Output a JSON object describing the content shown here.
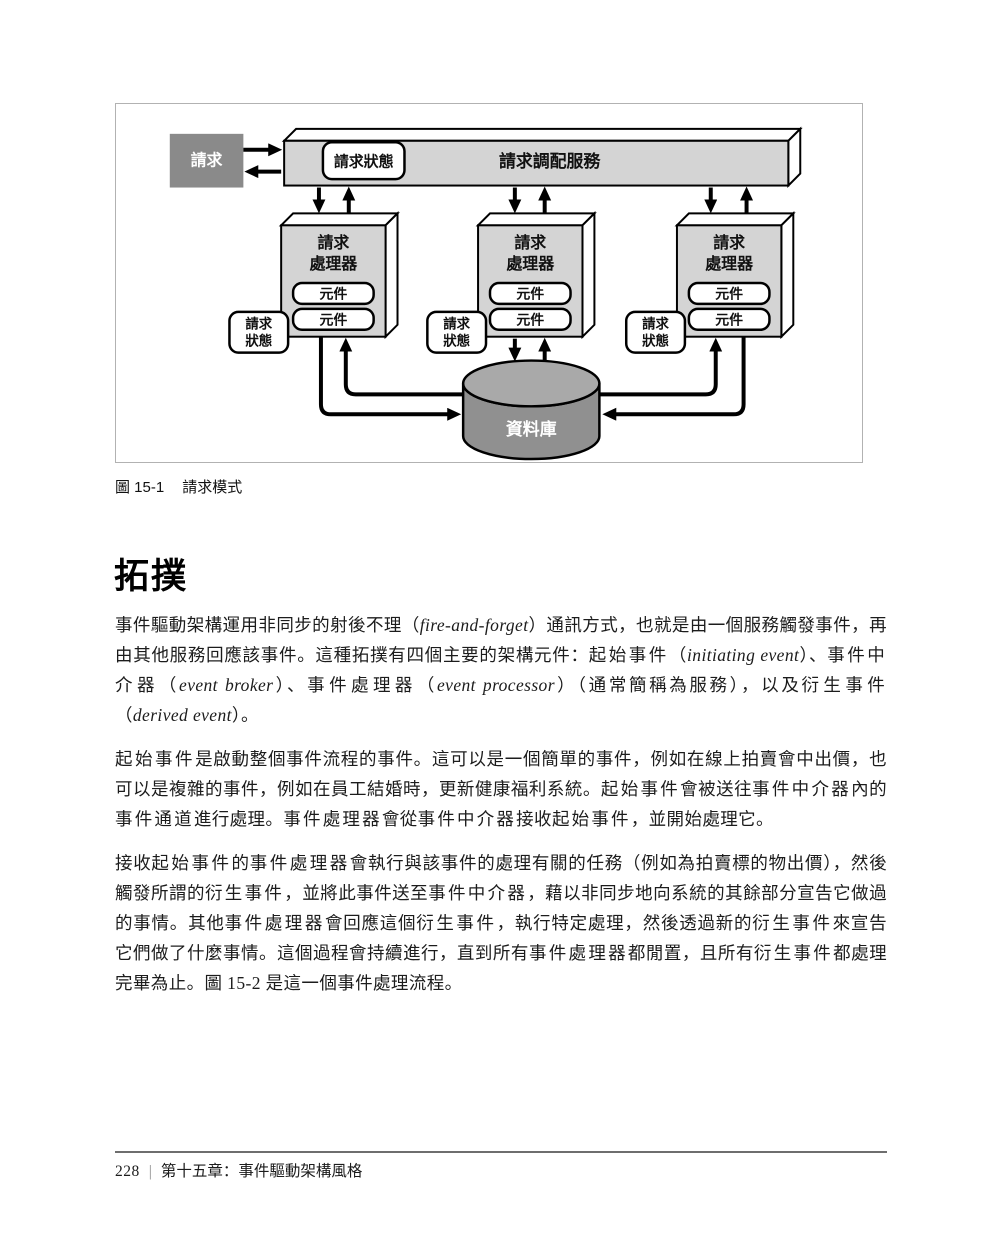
{
  "figure": {
    "caption": {
      "label": "圖 15-1",
      "title": "請求模式"
    },
    "diagram": {
      "labels": {
        "request": "請求",
        "request_state": "請求狀態",
        "orchestrator": "請求調配服務",
        "processor_line1": "請求",
        "processor_line2": "處理器",
        "component": "元件",
        "state_line1": "請求",
        "state_line2": "狀態",
        "database": "資料庫"
      },
      "colors": {
        "request_box_fill": "#8a8a8a",
        "bar_fill": "#d4d4d4",
        "processor_fill": "#d4d4d4",
        "cylinder_body": "#909090",
        "cylinder_top": "#a9a9a9",
        "outline": "#000000",
        "frame_border": "#b2b2b2"
      }
    }
  },
  "section": {
    "heading": "拓撲",
    "paragraphs": [
      {
        "runs": [
          {
            "style": "normal",
            "text": "事件驅動架構運用非同步的射後不理（"
          },
          {
            "style": "en-italic",
            "text": "fire-and-forget"
          },
          {
            "style": "normal",
            "text": "）通訊方式，也就是由一個服務觸發事件，再由其他服務回應該事件。這種拓撲有四個主要的架構元件："
          },
          {
            "style": "term",
            "text": "起始事件"
          },
          {
            "style": "normal",
            "text": "（"
          },
          {
            "style": "en-italic",
            "text": "initiating event"
          },
          {
            "style": "normal",
            "text": "）、"
          },
          {
            "style": "term",
            "text": "事件中介器"
          },
          {
            "style": "normal",
            "text": "（"
          },
          {
            "style": "en-italic",
            "text": "event broker"
          },
          {
            "style": "normal",
            "text": "）、"
          },
          {
            "style": "term",
            "text": "事件處理器"
          },
          {
            "style": "normal",
            "text": "（"
          },
          {
            "style": "en-italic",
            "text": "event processor"
          },
          {
            "style": "normal",
            "text": "）（通常簡稱為服務），以及"
          },
          {
            "style": "term",
            "text": "衍生事件"
          },
          {
            "style": "normal",
            "text": "（"
          },
          {
            "style": "en-italic",
            "text": "derived event"
          },
          {
            "style": "normal",
            "text": "）。"
          }
        ]
      },
      {
        "runs": [
          {
            "style": "term",
            "text": "起始事件"
          },
          {
            "style": "normal",
            "text": "是啟動整個事件流程的事件。這可以是一個簡單的事件，例如在線上拍賣會中出價，也可以是複雜的事件，例如在員工結婚時，更新健康福利系統。"
          },
          {
            "style": "term",
            "text": "起始事件"
          },
          {
            "style": "normal",
            "text": "會被送往"
          },
          {
            "style": "term",
            "text": "事件中介器"
          },
          {
            "style": "normal",
            "text": "內的"
          },
          {
            "style": "term",
            "text": "事件通道"
          },
          {
            "style": "normal",
            "text": "進行處理。"
          },
          {
            "style": "term",
            "text": "事件處理器"
          },
          {
            "style": "normal",
            "text": "會從"
          },
          {
            "style": "term",
            "text": "事件中介器"
          },
          {
            "style": "normal",
            "text": "接收"
          },
          {
            "style": "term",
            "text": "起始事件"
          },
          {
            "style": "normal",
            "text": "，並開始處理它。"
          }
        ]
      },
      {
        "runs": [
          {
            "style": "normal",
            "text": "接收"
          },
          {
            "style": "term",
            "text": "起始事件"
          },
          {
            "style": "normal",
            "text": "的"
          },
          {
            "style": "term",
            "text": "事件處理器"
          },
          {
            "style": "normal",
            "text": "會執行與該事件的處理有關的任務（例如為拍賣標的物出價），然後觸發所謂的"
          },
          {
            "style": "term",
            "text": "衍生事件"
          },
          {
            "style": "normal",
            "text": "，並將此事件送至"
          },
          {
            "style": "term",
            "text": "事件中介器"
          },
          {
            "style": "normal",
            "text": "，藉以非同步地向系統的其餘部分宣告它做過的事情。其他"
          },
          {
            "style": "term",
            "text": "事件處理器"
          },
          {
            "style": "normal",
            "text": "會回應這個"
          },
          {
            "style": "term",
            "text": "衍生事件"
          },
          {
            "style": "normal",
            "text": "，執行特定處理，然後透過新的"
          },
          {
            "style": "term",
            "text": "衍生事件"
          },
          {
            "style": "normal",
            "text": "來宣告它們做了什麼事情。這個過程會持續進行，直到所有"
          },
          {
            "style": "term",
            "text": "事件處理器"
          },
          {
            "style": "normal",
            "text": "都閒置，且所有"
          },
          {
            "style": "term",
            "text": "衍生事件"
          },
          {
            "style": "normal",
            "text": "都處理完畢為止。圖 15-2 是這一個事件處理流程。"
          }
        ]
      }
    ]
  },
  "footer": {
    "page_number": "228",
    "divider": "|",
    "chapter_title": "第十五章：事件驅動架構風格"
  }
}
